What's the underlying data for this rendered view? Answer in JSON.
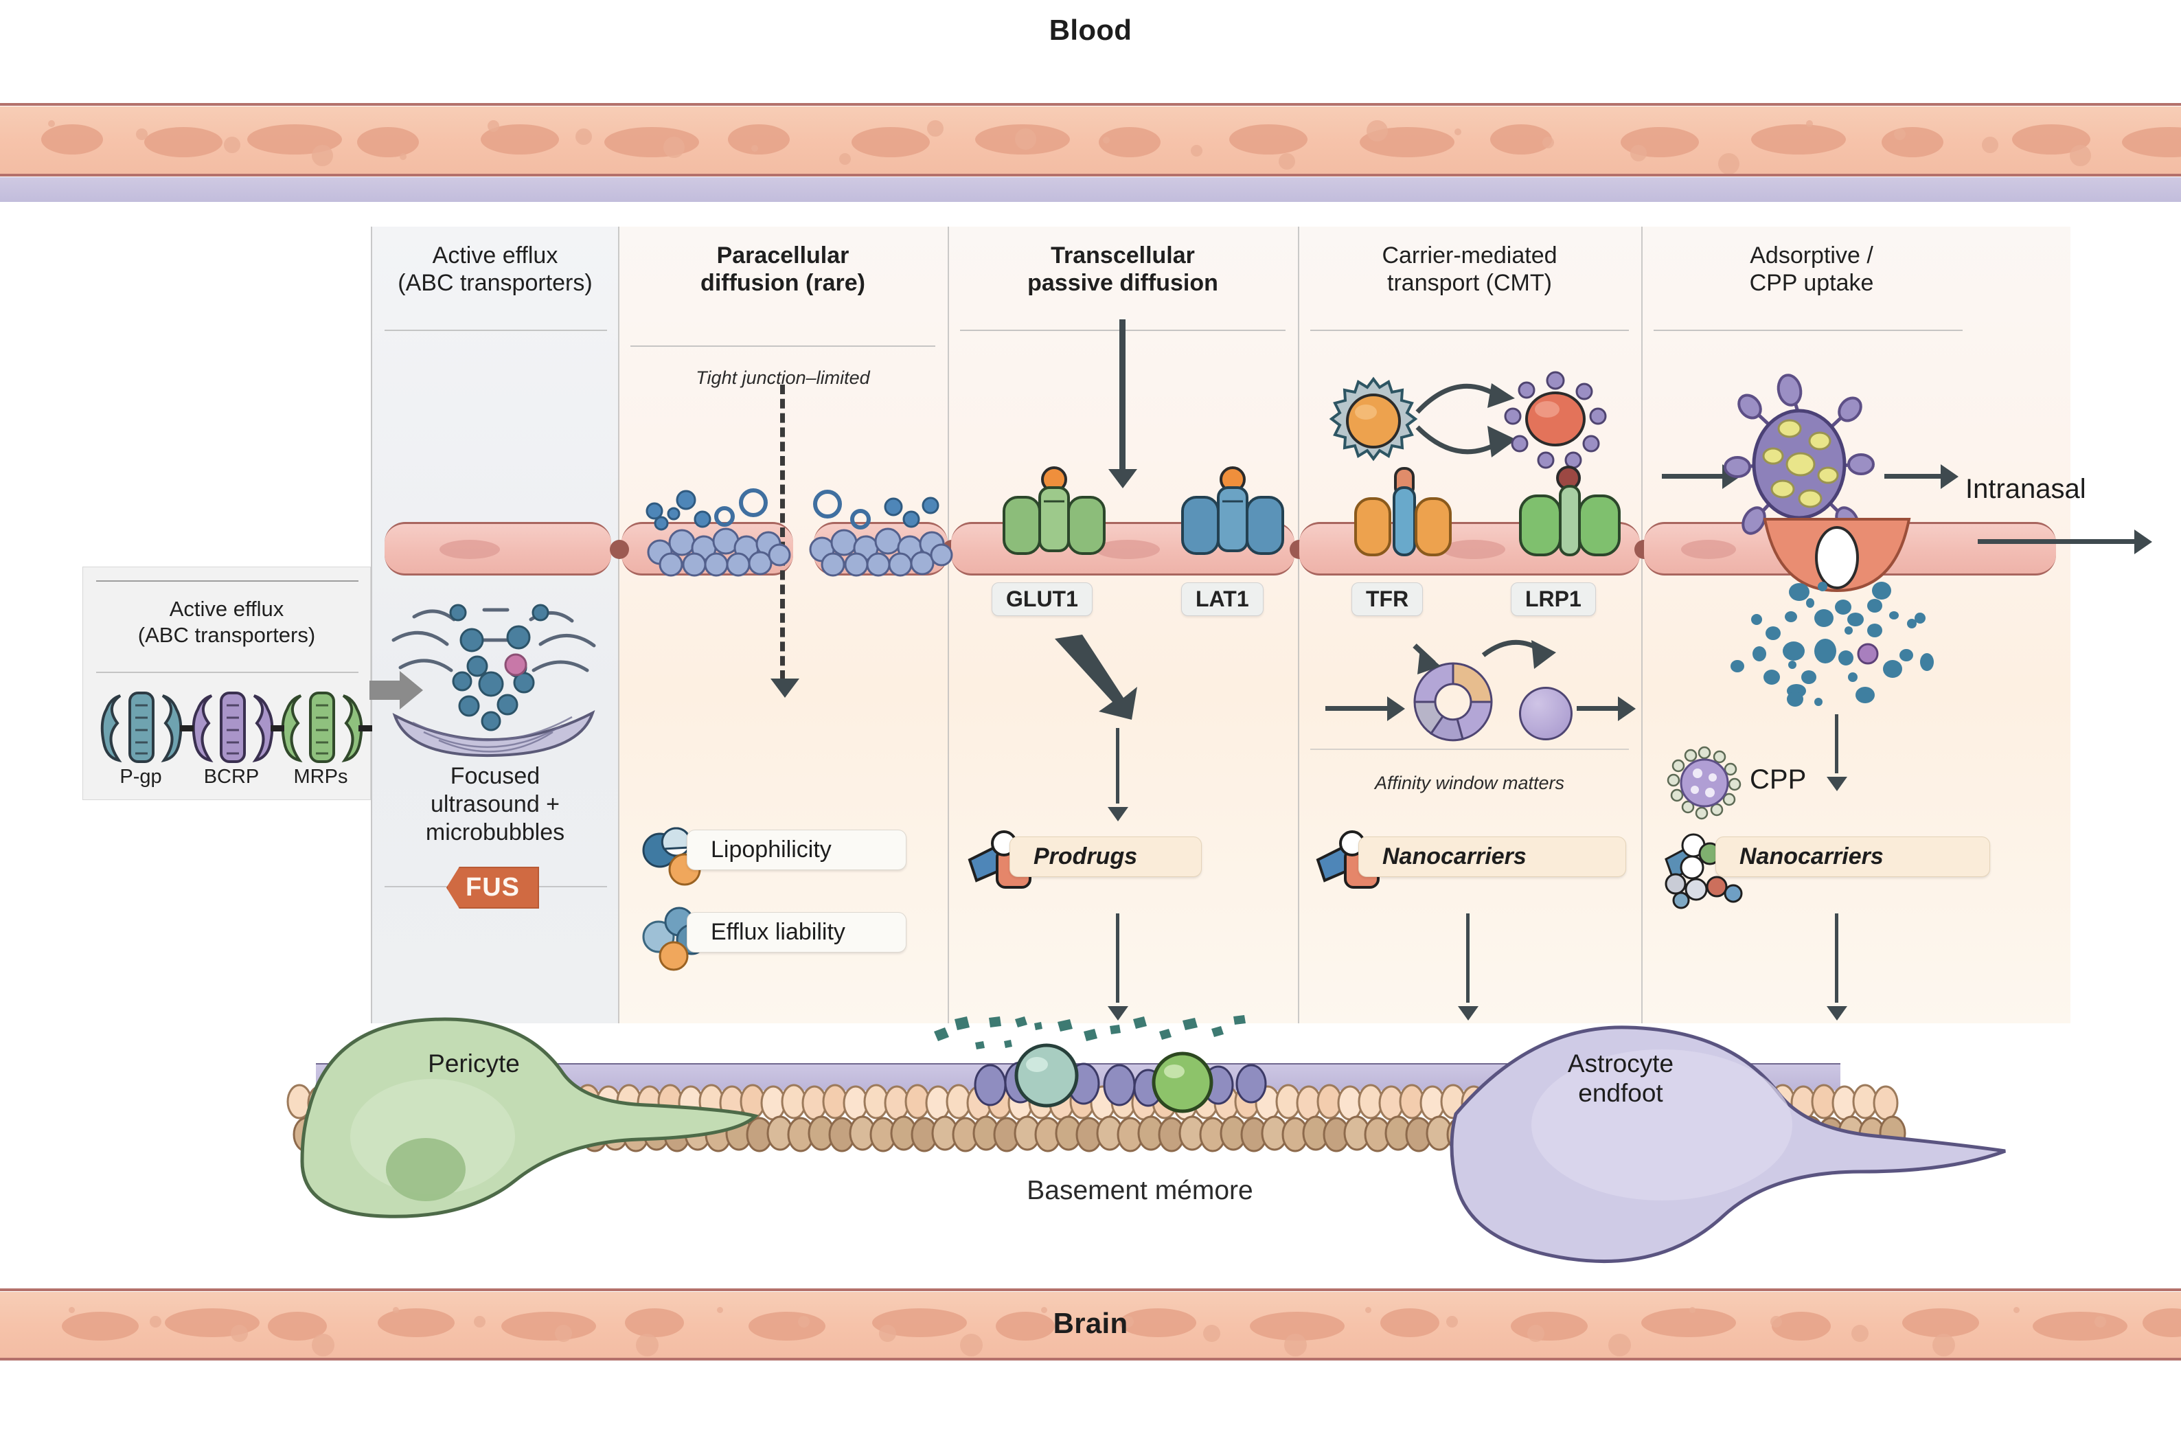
{
  "diagram": {
    "top_banner_label": "Blood",
    "bottom_banner_label": "Brain",
    "basement_membrane_label": "Basement mémore",
    "pericyte_label": "Pericyte",
    "astrocyte_label_line1": "Astrocyte",
    "astrocyte_label_line2": "endfoot",
    "intranasal_label": "Intranasal"
  },
  "efflux_legend": {
    "title_line1": "Active efflux",
    "title_line2": "(ABC transporters)",
    "transporters": [
      {
        "name": "P-gp",
        "color": "#6fa3b0"
      },
      {
        "name": "BCRP",
        "color": "#a995c9"
      },
      {
        "name": "MRPs",
        "color": "#8fc17e"
      }
    ]
  },
  "columns": [
    {
      "id": "active-efflux",
      "header_line1": "Active efflux",
      "header_line2": "(ABC transporters)",
      "bold": false,
      "caption_line1": "Focused",
      "caption_line2": "ultrasound +",
      "caption_line3": "microbubbles",
      "badge": "FUS"
    },
    {
      "id": "paracellular",
      "header_line1": "Paracellular",
      "header_line2": "diffusion (rare)",
      "bold": true,
      "subnote": "Tight junction–limited",
      "tags": [
        {
          "label": "Lipophilicity",
          "style": "plain"
        },
        {
          "label": "Efflux liability",
          "style": "plain"
        }
      ]
    },
    {
      "id": "transcellular",
      "header_line1": "Transcellular",
      "header_line2": "passive diffusion",
      "bold": true,
      "chips": [
        "GLUT1",
        "LAT1"
      ],
      "tags": [
        {
          "label": "Prodrugs",
          "style": "warm"
        }
      ]
    },
    {
      "id": "carrier-mediated",
      "header_line1": "Carrier-mediated",
      "header_line2": "transport (CMT)",
      "bold": false,
      "chips": [
        "TFR",
        "LRP1"
      ],
      "subnote": "Affinity window matters",
      "tags": [
        {
          "label": "Nanocarriers",
          "style": "warm"
        }
      ]
    },
    {
      "id": "adsorptive-cpp",
      "header_line1": "Adsorptive /",
      "header_line2": "CPP uptake",
      "bold": false,
      "legend": "CPP",
      "tags": [
        {
          "label": "Nanocarriers",
          "style": "warm"
        }
      ]
    }
  ],
  "colors": {
    "blood_lumen": "#f6c3aa",
    "endothelium": "#f2bdb4",
    "endothelium_border": "#a9665f",
    "fus_badge": "#d06a42",
    "glut1_green": "#8cbd7a",
    "lat1_blue": "#5b93b8",
    "tfr_orange": "#eda24e",
    "lrp1_green": "#8cbd7a",
    "pericyte_green": "#c3dcb4",
    "astrocyte_purple": "#cfcbe6",
    "arrow_dark": "#3f4a4f",
    "basement_top": "#f6d5ba",
    "basement_bottom": "#cfae8b"
  }
}
